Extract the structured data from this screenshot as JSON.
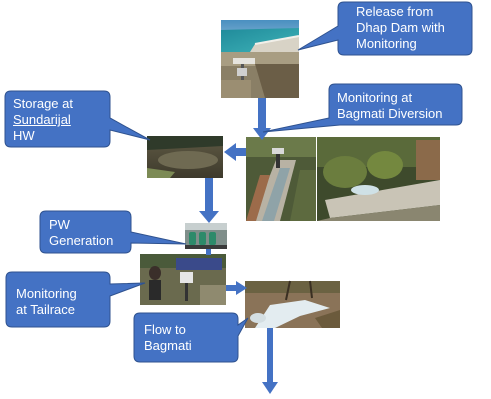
{
  "colors": {
    "callout_fill": "#4472C4",
    "callout_stroke": "#2F528F",
    "arrow": "#4472C4"
  },
  "callouts": {
    "release": {
      "line1": "Release from",
      "line2": "Dhap Dam with",
      "line3": "Monitoring"
    },
    "monitoring_diversion": {
      "line1": "Monitoring at",
      "line2": "Bagmati Diversion"
    },
    "storage": {
      "line1": "Storage at",
      "line2": "Sundarijal",
      "line3": "HW"
    },
    "pw_generation": {
      "line1": "PW",
      "line2": "Generation"
    },
    "tailrace": {
      "line1": "Monitoring",
      "line2": "at Tailrace"
    },
    "flow": {
      "line1": "Flow to",
      "line2": "Bagmati"
    }
  },
  "photos": [
    {
      "name": "dhap-dam-photo",
      "subject": "dam reservoir with monitoring station"
    },
    {
      "name": "diversion-channel-photo",
      "subject": "concrete diversion channel"
    },
    {
      "name": "diversion-weir-photo",
      "subject": "river weir with forest"
    },
    {
      "name": "storage-reservoir-photo",
      "subject": "muddy storage pond"
    },
    {
      "name": "powerhouse-photo",
      "subject": "turbine generation units"
    },
    {
      "name": "tailrace-photo",
      "subject": "monitoring station at tailrace"
    },
    {
      "name": "river-flow-photo",
      "subject": "river flowing through rocks"
    }
  ]
}
